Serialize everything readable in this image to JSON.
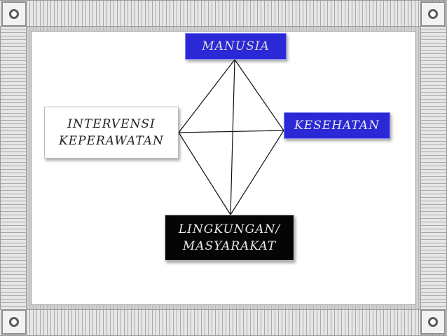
{
  "nodes": {
    "manusia": "MANUSIA",
    "kesehatan": "KESEHATAN",
    "intervensi": {
      "line1": "INTERVENSI",
      "line2": "KEPERAWATAN"
    },
    "lingkungan": {
      "line1": "LINGKUNGAN/",
      "line2": "MASYARAKAT"
    }
  },
  "colors": {
    "blue_box": "#2b29d6",
    "black_box": "#050505",
    "line": "#111111"
  }
}
